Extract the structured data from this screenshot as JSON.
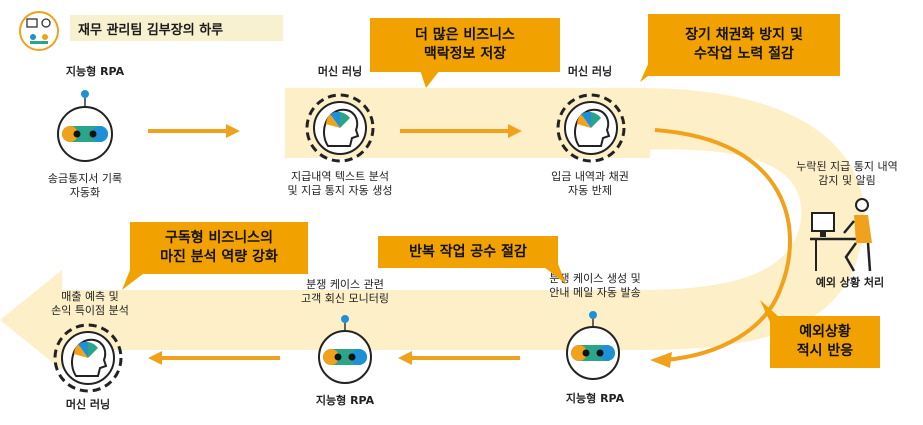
{
  "header": {
    "title": "재무 관리팀 김부장의 하루"
  },
  "nodes": {
    "rpa_top": {
      "label": "지능형 RPA",
      "desc_1": "송금통지서 기록",
      "desc_2": "자동화"
    },
    "ml_top1": {
      "label": "머신 러닝",
      "desc_1": "지급내역 텍스트 분석",
      "desc_2": "및 지급 통지 자동 생성"
    },
    "ml_top2": {
      "label": "머신 러닝",
      "desc_1": "입금 내역과 채권",
      "desc_2": "자동 반제"
    },
    "exception": {
      "desc_1": "누락된 지급 통지 내역",
      "desc_2": "감지 및 알림",
      "label": "예외 상황 처리"
    },
    "rpa_bottom_right": {
      "desc_1": "분쟁 케이스 생성 및",
      "desc_2": "안내 메일 자동 발송",
      "label": "지능형 RPA"
    },
    "rpa_bottom_mid": {
      "desc_1": "분쟁 케이스 관련",
      "desc_2": "고객 회신 모니터링",
      "label": "지능형 RPA"
    },
    "ml_bottom_left": {
      "desc_1": "매출 예측 및",
      "desc_2": "손익 특이점 분석",
      "label": "머신 러닝"
    }
  },
  "callouts": {
    "c1": {
      "line1": "더 많은 비즈니스",
      "line2": "맥락정보 저장"
    },
    "c2": {
      "line1": "장기 채권화 방지 및",
      "line2": "수작업 노력 절감"
    },
    "c3": {
      "line1": "구독형 비즈니스의",
      "line2": "마진 분석 역량 강화"
    },
    "c4": {
      "line1": "반복 작업 공수 절감"
    },
    "c5": {
      "line1": "예외상황",
      "line2": "적시 반응"
    }
  },
  "colors": {
    "accent": "#f2a200",
    "track": "#fbe8b0",
    "arrow": "#f0a21c",
    "blue": "#1f8fd6",
    "teal": "#2aa58a",
    "green": "#7fbf3f"
  }
}
